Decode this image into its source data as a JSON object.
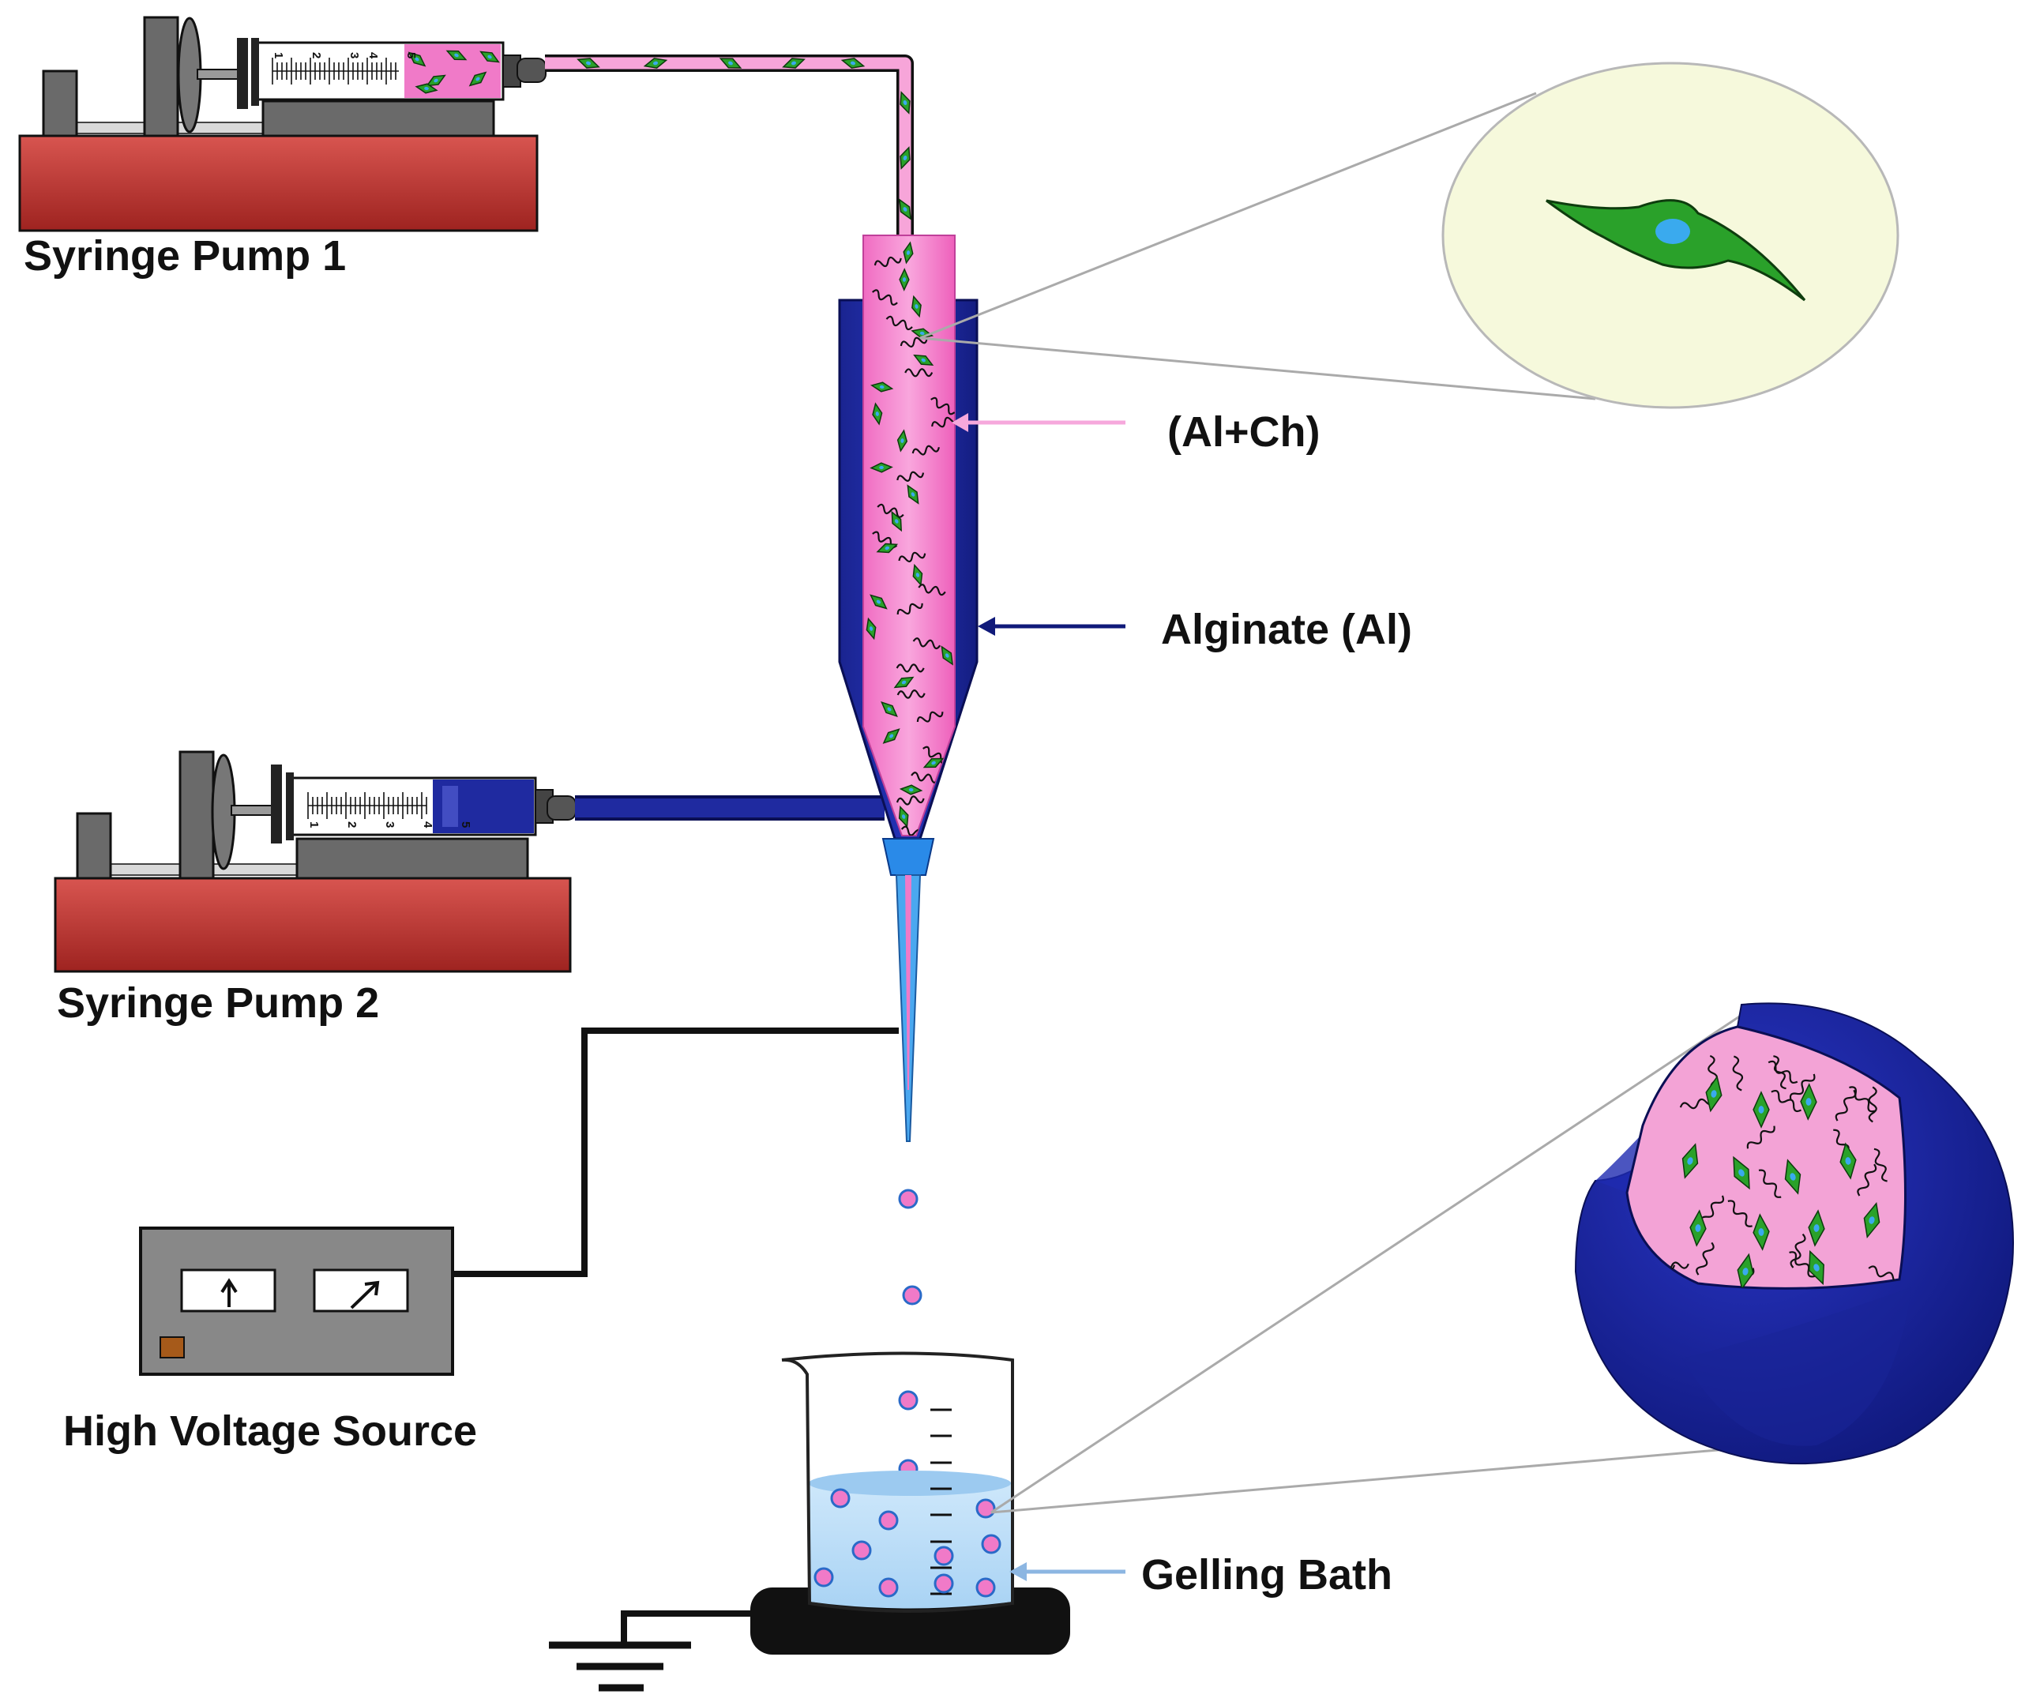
{
  "labels": {
    "pump1": "Syringe Pump 1",
    "pump2": "Syringe Pump 2",
    "voltage": "High Voltage Source",
    "core": "(Al+Ch)",
    "shell": "Alginate (Al)",
    "bath": "Gelling Bath"
  },
  "syringe_scale_marks": [
    "1",
    "2",
    "3",
    "4",
    "5"
  ],
  "colors": {
    "pump_base": "#b8302c",
    "pump_gray": "#6a6a6a",
    "core_pink": "#f07ac8",
    "shell_blue": "#1f2aa0",
    "cell_green": "#2aa12a",
    "nucleus_blue": "#3aaaee",
    "bath_blue": "#bfe0f8",
    "zoom_bg": "#f6f9dc"
  }
}
